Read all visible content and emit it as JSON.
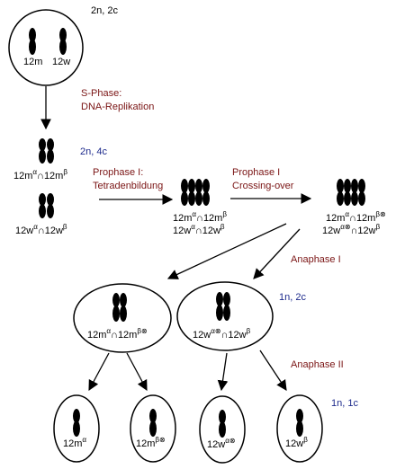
{
  "colors": {
    "text": "#000000",
    "step_label": "#7a1414",
    "ploidy_label": "#1c2a8c",
    "chromosome": "#000000"
  },
  "ploidy": {
    "start": "2n, 2c",
    "after_replication": "2n, 4c",
    "after_meiosis_1": "1n, 2c",
    "after_meiosis_2": "1n, 1c"
  },
  "steps": {
    "s_phase_line1": "S-Phase:",
    "s_phase_line2": "DNA-Replikation",
    "prophase_tetrad_line1": "Prophase I:",
    "prophase_tetrad_line2": "Tetradenbildung",
    "prophase_crossover_line1": "Prophase I",
    "prophase_crossover_line2": "Crossing-over",
    "anaphase1": "Anaphase I",
    "anaphase2": "Anaphase II"
  },
  "labels": {
    "chrom_m": "12m",
    "chrom_w": "12w",
    "alpha": "α",
    "beta": "β",
    "beta_x": "β⊗",
    "alpha_x": "α⊗",
    "cap": "∩"
  }
}
